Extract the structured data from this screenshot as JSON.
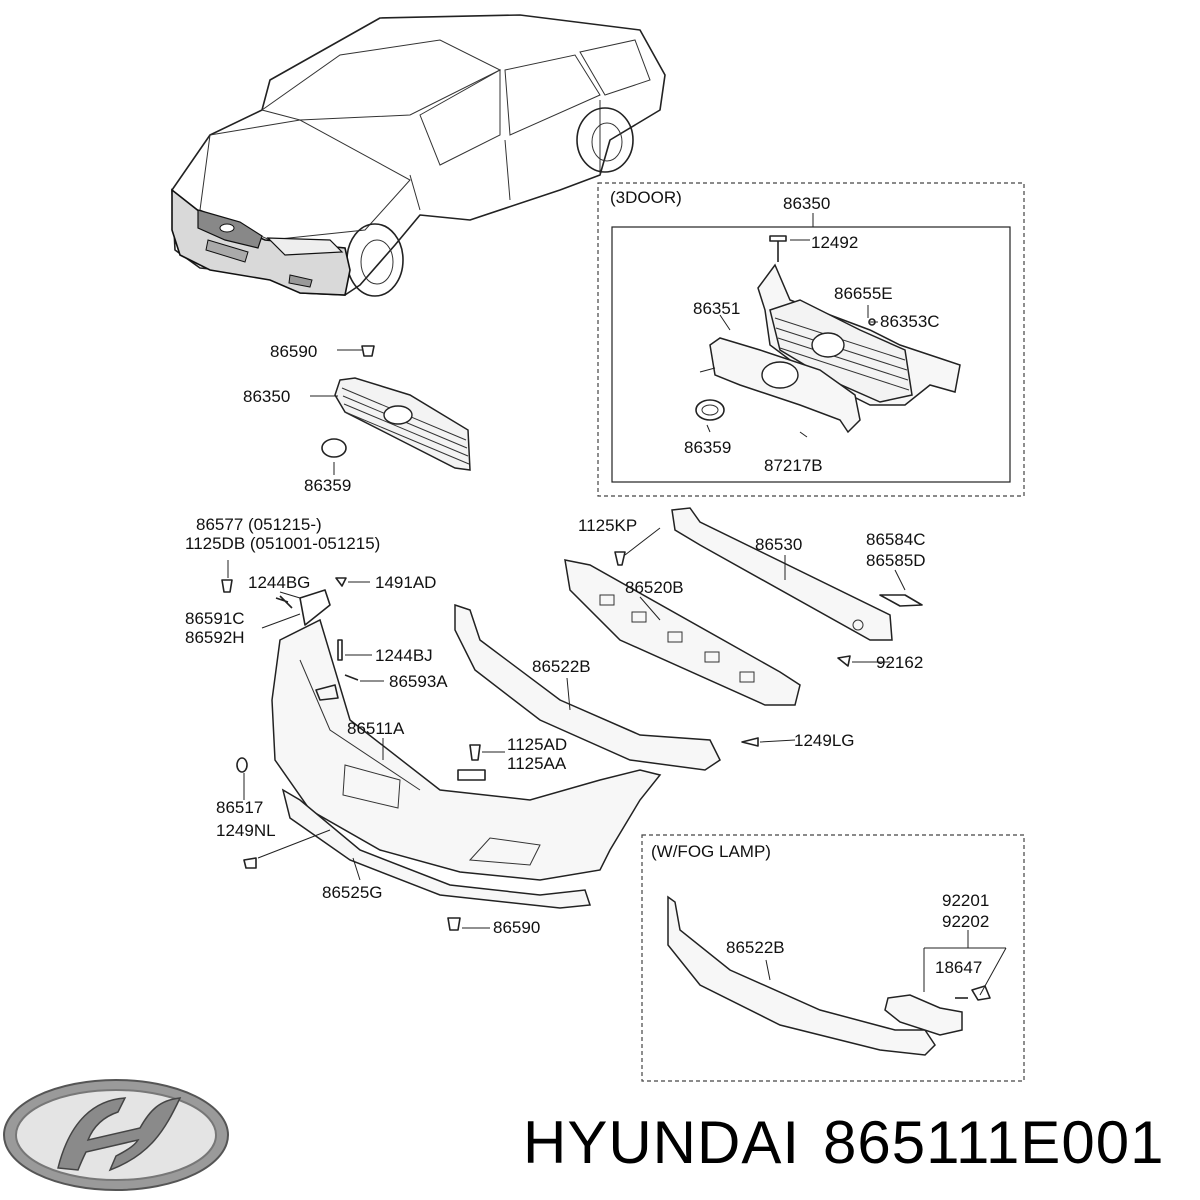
{
  "labels": {
    "door3_section": "(3DOOR)",
    "fog_section": "(W/FOG LAMP)",
    "p86350_top": "86350",
    "p12492": "12492",
    "p86655E": "86655E",
    "p86351": "86351",
    "p86353C": "86353C",
    "p86359_top": "86359",
    "p87217B": "87217B",
    "p86590_top": "86590",
    "p86350_mid": "86350",
    "p86359_mid": "86359",
    "p86577": "86577 (051215-)",
    "p1125DB": "1125DB (051001-051215)",
    "p1244BG": "1244BG",
    "p1491AD": "1491AD",
    "p86591C": "86591C",
    "p86592H": "86592H",
    "p1244BJ": "1244BJ",
    "p86593A": "86593A",
    "p1125KP": "1125KP",
    "p86530": "86530",
    "p86584C": "86584C",
    "p86585D": "86585D",
    "p86520B": "86520B",
    "p92162": "92162",
    "p86522B_main": "86522B",
    "p86511A": "86511A",
    "p1125AD": "1125AD",
    "p1125AA": "1125AA",
    "p1249LG": "1249LG",
    "p86517": "86517",
    "p1249NL": "1249NL",
    "p86525G": "86525G",
    "p86590_bot": "86590",
    "p92201": "92201",
    "p92202": "92202",
    "p18647": "18647",
    "p86522B_fog": "86522B"
  },
  "brand": {
    "name": "HYUNDAI",
    "part_number": "865111E001",
    "logo": "hyundai-logo",
    "logo_text": "H"
  },
  "colors": {
    "highlight": "#d9d9d9",
    "line": "#222222"
  }
}
